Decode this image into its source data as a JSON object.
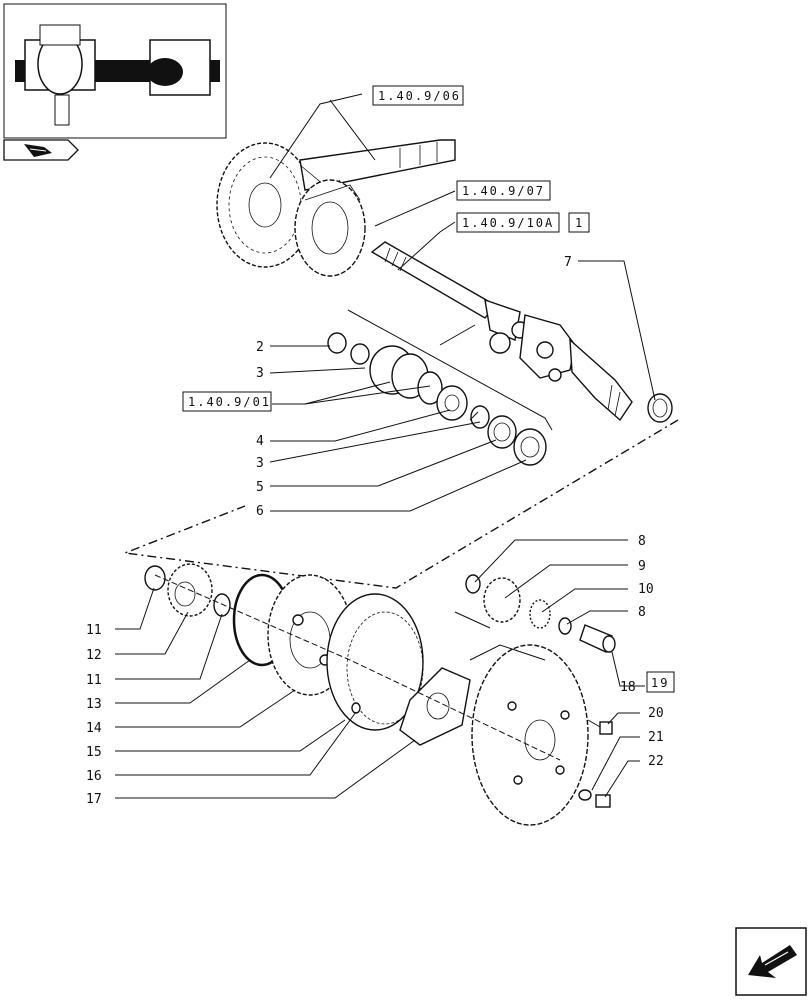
{
  "callouts": {
    "c2": "2",
    "c3a": "3",
    "c4": "4",
    "c3b": "3",
    "c5": "5",
    "c6": "6",
    "c7": "7",
    "c8a": "8",
    "c9": "9",
    "c10": "10",
    "c8b": "8",
    "c11a": "11",
    "c12": "12",
    "c11b": "11",
    "c13": "13",
    "c14": "14",
    "c15": "15",
    "c16": "16",
    "c17": "17",
    "c18": "18",
    "c20": "20",
    "c21": "21",
    "c22": "22"
  },
  "references": {
    "r1": "1.40.9/06",
    "r2": "1.40.9/07",
    "r3": "1.40.9/10A",
    "r3_qty": "1",
    "r4": "1.40.9/01",
    "r18_qty": "19"
  },
  "icons": {
    "thumbnail": "axle-assembly-thumbnail",
    "section_tab": "book-icon",
    "next_page": "arrow-icon"
  }
}
